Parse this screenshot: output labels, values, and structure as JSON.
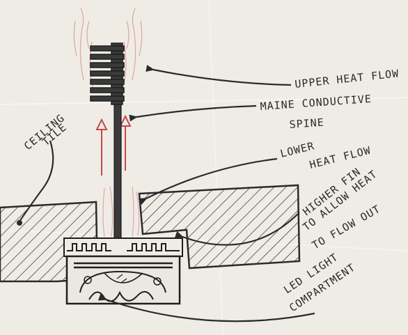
{
  "annotations": {
    "upper_heat_flow": "UPPER HEAT FLOW",
    "spine_line1": "MAINE CONDUCTIVE",
    "spine_line2": "SPINE",
    "ceiling_line1": "CEILING",
    "ceiling_line2": "TILE",
    "lower_line1": "LOWER",
    "lower_line2": "HEAT FLOW",
    "fin_line1": "HIGHER FIN",
    "fin_line2": "TO ALLOW HEAT",
    "fin_line3": "TO FLOW OUT",
    "led_line1": "LED LIGHT",
    "led_line2": "COMPARTMENT"
  },
  "colors": {
    "paper": "#efece6",
    "ink": "#2a2a2a",
    "heat_arrow": "#c44848",
    "heat_wisp": "#e0a8a8"
  }
}
